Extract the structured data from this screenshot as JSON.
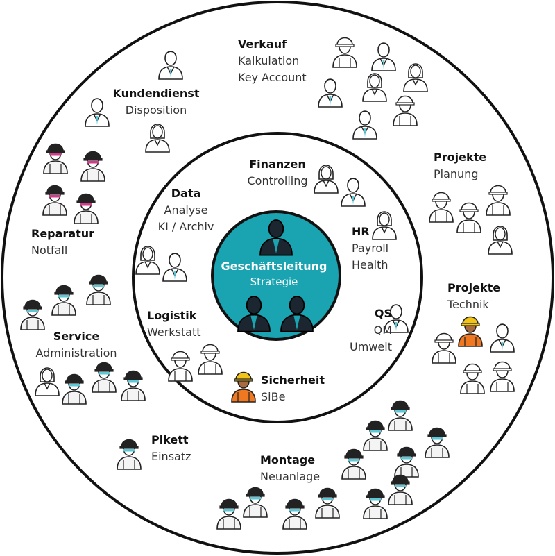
{
  "core": {
    "title": "Geschäftsleitung",
    "subtitle": "Strategie"
  },
  "inner": {
    "finanzen": {
      "title": "Finanzen",
      "sub": [
        "Controlling"
      ]
    },
    "data": {
      "title": "Data",
      "sub": [
        "Analyse",
        "KI / Archiv"
      ]
    },
    "hr": {
      "title": "HR",
      "sub": [
        "Payroll",
        "Health"
      ]
    },
    "qs": {
      "title": "QS",
      "sub": [
        "QM",
        "Umwelt"
      ]
    },
    "logistik": {
      "title": "Logistik",
      "sub": [
        "Werkstatt"
      ]
    },
    "sicherheit": {
      "title": "Sicherheit",
      "sub": [
        "SiBe"
      ]
    }
  },
  "outer": {
    "verkauf": {
      "title": "Verkauf",
      "sub": [
        "Kalkulation",
        "Key Account"
      ]
    },
    "kundendienst": {
      "title": "Kundendienst",
      "sub": [
        "Disposition"
      ]
    },
    "projekte1": {
      "title": "Projekte",
      "sub": [
        "Planung"
      ]
    },
    "reparatur": {
      "title": "Reparatur",
      "sub": [
        "Notfall"
      ]
    },
    "projekte2": {
      "title": "Projekte",
      "sub": [
        "Technik"
      ]
    },
    "service": {
      "title": "Service",
      "sub": [
        "Administration"
      ]
    },
    "pikett": {
      "title": "Pikett",
      "sub": [
        "Einsatz"
      ]
    },
    "montage": {
      "title": "Montage",
      "sub": [
        "Neuanlage"
      ]
    }
  },
  "colors": {
    "core_fill": "#1aa3b0",
    "ring_stroke": "#111111",
    "accent_teal": "#5fc8d6",
    "accent_pink": "#d23a8a",
    "safety_orange": "#f07820",
    "helmet_yellow": "#f2c418",
    "dark_person": "#1b2630"
  }
}
